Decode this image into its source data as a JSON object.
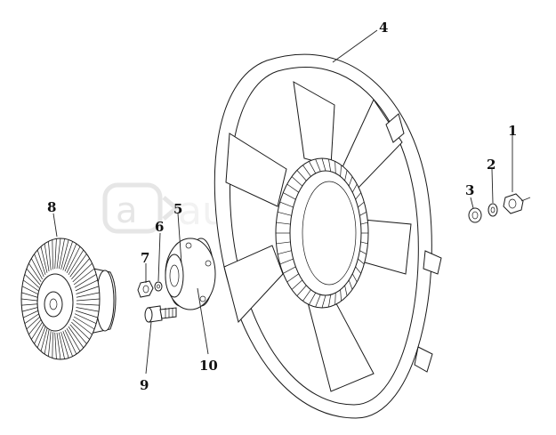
{
  "watermark": {
    "text": "autopiter.ru",
    "logo": "a"
  },
  "callouts": [
    {
      "id": "1",
      "label": "1"
    },
    {
      "id": "2",
      "label": "2"
    },
    {
      "id": "3",
      "label": "3"
    },
    {
      "id": "4",
      "label": "4"
    },
    {
      "id": "5",
      "label": "5"
    },
    {
      "id": "6",
      "label": "6"
    },
    {
      "id": "7",
      "label": "7"
    },
    {
      "id": "8",
      "label": "8"
    },
    {
      "id": "9",
      "label": "9"
    },
    {
      "id": "10",
      "label": "10"
    }
  ]
}
